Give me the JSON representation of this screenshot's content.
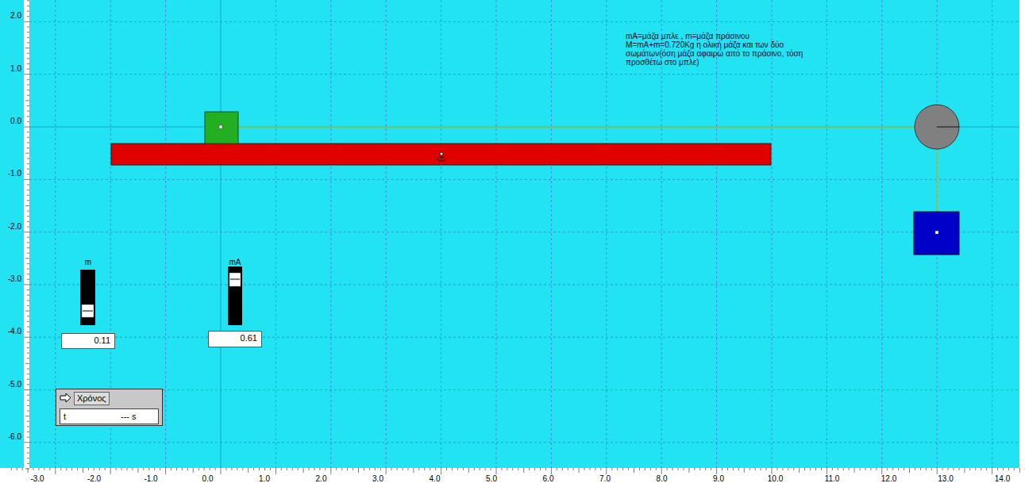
{
  "diagram": {
    "nodes": [
      {
        "text": [
          "m",
          "0.11"
        ]
      },
      {
        "text": [
          "mA",
          "0.61"
        ]
      },
      {
        "text": [
          "Χρόνος",
          "t",
          "--- s"
        ]
      }
    ],
    "labels": [
      "mA=μάζα μπλε , m=μάζα πράσινου",
      "M=mA+m=0.720Kg η ολική μάζα και των δύο σωμάτων(όση μάζα αφαιρώ από το πράσινο, τόση προσθέτω στο μπλε)",
      "2.0",
      "1.0",
      "0.0",
      "-1.0",
      "-2.0",
      "-3.0",
      "-4.0",
      "-5.0",
      "-6.0",
      "-3.0",
      "-2.0",
      "-1.0",
      "0.0",
      "1.0",
      "2.0",
      "3.0",
      "4.0",
      "5.0",
      "6.0",
      "7.0",
      "8.0",
      "9.0",
      "10.0",
      "11.0",
      "12.0",
      "13.0",
      "14.0"
    ]
  }
}
